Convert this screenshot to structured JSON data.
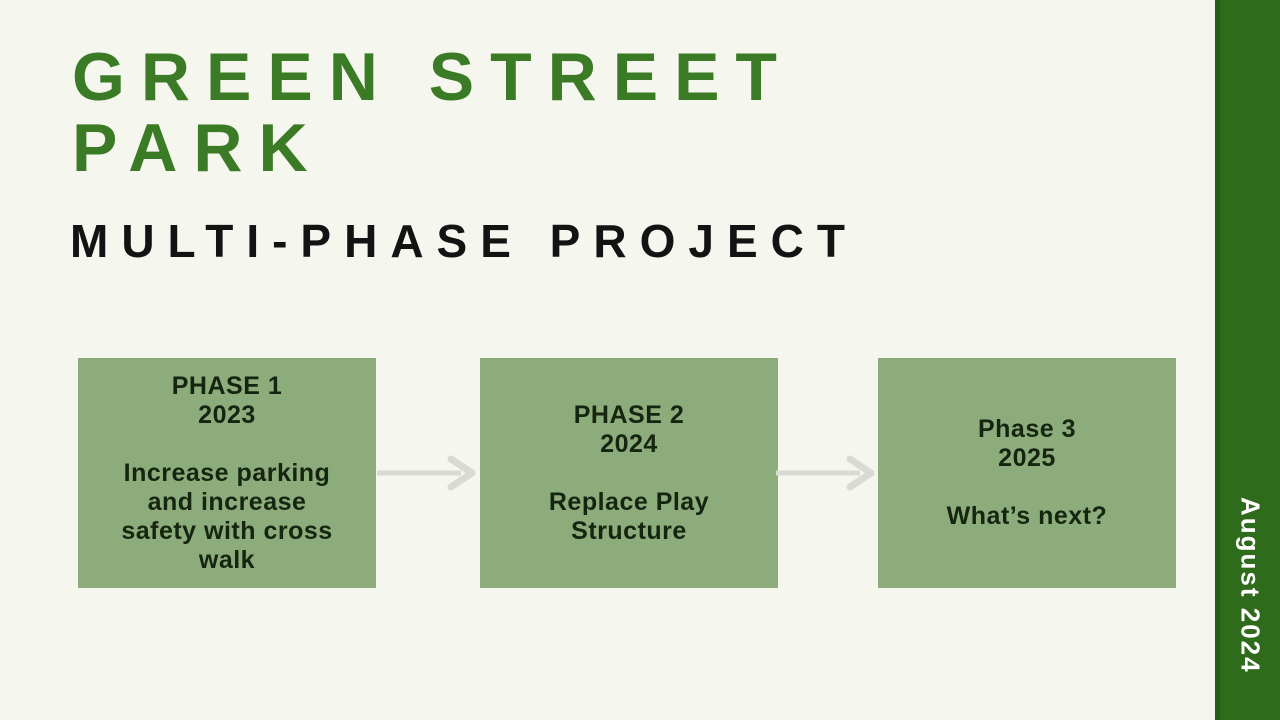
{
  "slide": {
    "title_line1": "GREEN STREET",
    "title_line2": "PARK",
    "subtitle": "MULTI-PHASE PROJECT",
    "date_ribbon_label": "August 2024"
  },
  "phases": [
    {
      "heading": "PHASE 1\n2023",
      "body": "Increase parking\nand increase\nsafety with cross\nwalk"
    },
    {
      "heading": "PHASE 2\n2024",
      "body": "Replace Play\nStructure"
    },
    {
      "heading": "Phase 3\n2025",
      "body": "What’s next?"
    }
  ],
  "icons": [
    {
      "name": "right-arrow-icon"
    },
    {
      "name": "right-arrow-icon"
    }
  ],
  "colors": {
    "background": "#f5f6ee",
    "title_green": "#3b7b25",
    "subtitle_black": "#131313",
    "box_green": "#8cac7b",
    "box_text": "#15250f",
    "arrow_gray": "#d9dad3",
    "sidebar_green": "#2e6b1b",
    "sidebar_edge": "#275e15",
    "sidebar_text": "#ffffff"
  }
}
